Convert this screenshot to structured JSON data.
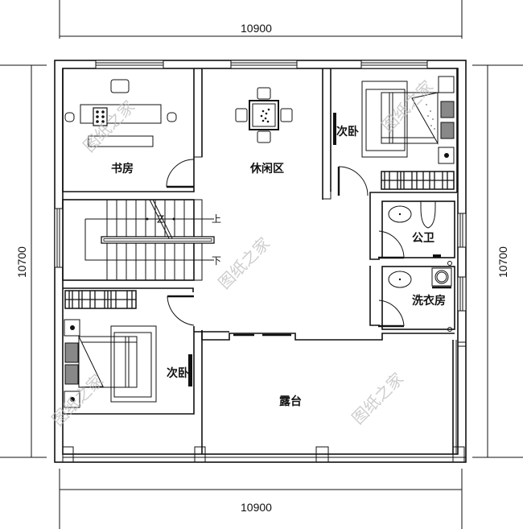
{
  "plan": {
    "dimensions": {
      "top_width": "10900",
      "bottom_width": "10900",
      "left_height": "10700",
      "right_height": "10700"
    },
    "rooms": {
      "study": "书房",
      "leisure": "休闲区",
      "bedroom_ne": "次卧",
      "bathroom": "公卫",
      "laundry": "洗衣房",
      "bedroom_sw": "次卧",
      "terrace": "露台"
    },
    "stairs": {
      "up": "上",
      "down": "下"
    },
    "watermark": "图纸之家"
  },
  "colors": {
    "line": "#111111",
    "background": "#ffffff",
    "watermark": "#bdbdbd"
  }
}
